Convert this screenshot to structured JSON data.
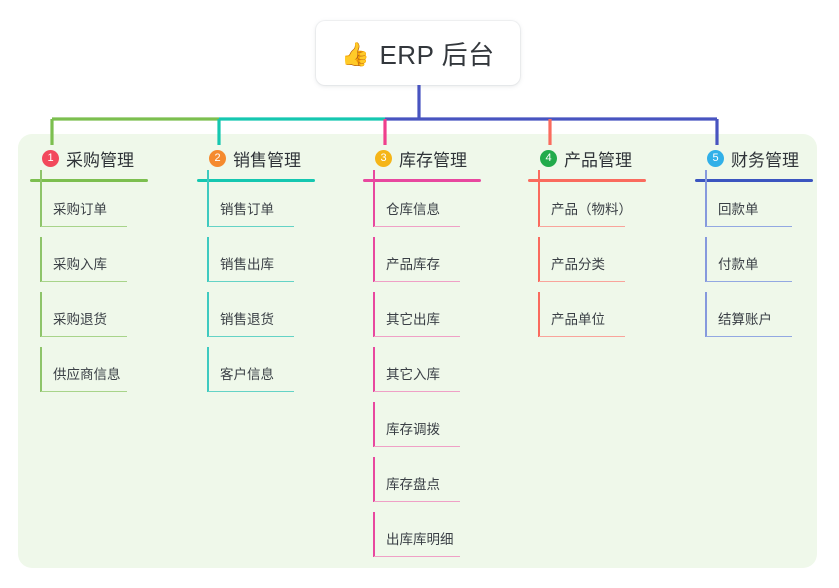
{
  "diagram": {
    "type": "tree-mindmap",
    "root": {
      "label": "ERP 后台",
      "icon": "thumbs-up-icon",
      "icon_glyph": "👍"
    },
    "panel_color": "#eff8ea",
    "root_stem_color": "#4854c0",
    "columns": [
      {
        "index": "1",
        "title": "采购管理",
        "badge_color": "#f2495c",
        "header_rule_color": "#7cbf4f",
        "branch_color": "#7cbf4f",
        "stem_color": "#7cbf4f",
        "leaf_rule_color": "#a8d48a",
        "leaf_stem_color": "#8ec46a",
        "items": [
          "采购订单",
          "采购入库",
          "采购退货",
          "供应商信息"
        ]
      },
      {
        "index": "2",
        "title": "销售管理",
        "badge_color": "#f58a2e",
        "header_rule_color": "#15c7b0",
        "branch_color": "#15c7b0",
        "stem_color": "#15c7b0",
        "leaf_rule_color": "#64d3c6",
        "leaf_stem_color": "#3ecac0",
        "items": [
          "销售订单",
          "销售出库",
          "销售退货",
          "客户信息"
        ]
      },
      {
        "index": "3",
        "title": "库存管理",
        "badge_color": "#f5b518",
        "header_rule_color": "#e8489f",
        "branch_color": "#ef3f8c",
        "stem_color": "#e8489f",
        "leaf_rule_color": "#efa0c6",
        "leaf_stem_color": "#e8489f",
        "items": [
          "仓库信息",
          "产品库存",
          "其它出库",
          "其它入库",
          "库存调拨",
          "库存盘点",
          "出库库明细"
        ]
      },
      {
        "index": "4",
        "title": "产品管理",
        "badge_color": "#22ab4b",
        "header_rule_color": "#fa6b5e",
        "branch_color": "#fa6b5e",
        "stem_color": "#fa6b5e",
        "leaf_rule_color": "#f9a49b",
        "leaf_stem_color": "#fa6b5e",
        "items": [
          "产品（物料）",
          "产品分类",
          "产品单位"
        ]
      },
      {
        "index": "5",
        "title": "财务管理",
        "badge_color": "#31b0e8",
        "header_rule_color": "#3b55c0",
        "branch_color": "#4854c0",
        "stem_color": "#8699dd",
        "leaf_rule_color": "#93a8e2",
        "leaf_stem_color": "#8699dd",
        "items": [
          "回款单",
          "付款单",
          "结算账户"
        ]
      }
    ]
  }
}
